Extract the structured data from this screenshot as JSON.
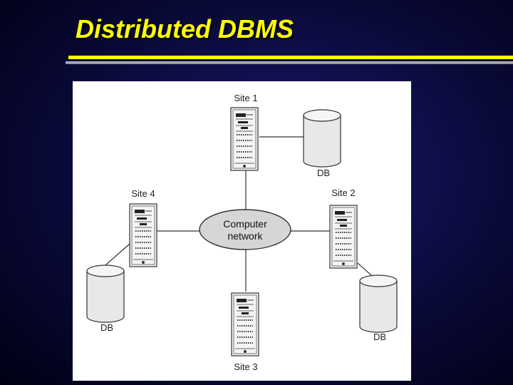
{
  "slide": {
    "title": "Distributed DBMS"
  },
  "diagram": {
    "network_label_line1": "Computer",
    "network_label_line2": "network",
    "sites": [
      {
        "label": "Site 1"
      },
      {
        "label": "Site 2"
      },
      {
        "label": "Site 3"
      },
      {
        "label": "Site 4"
      }
    ],
    "databases": [
      {
        "label": "DB"
      },
      {
        "label": "DB"
      },
      {
        "label": "DB"
      }
    ]
  }
}
